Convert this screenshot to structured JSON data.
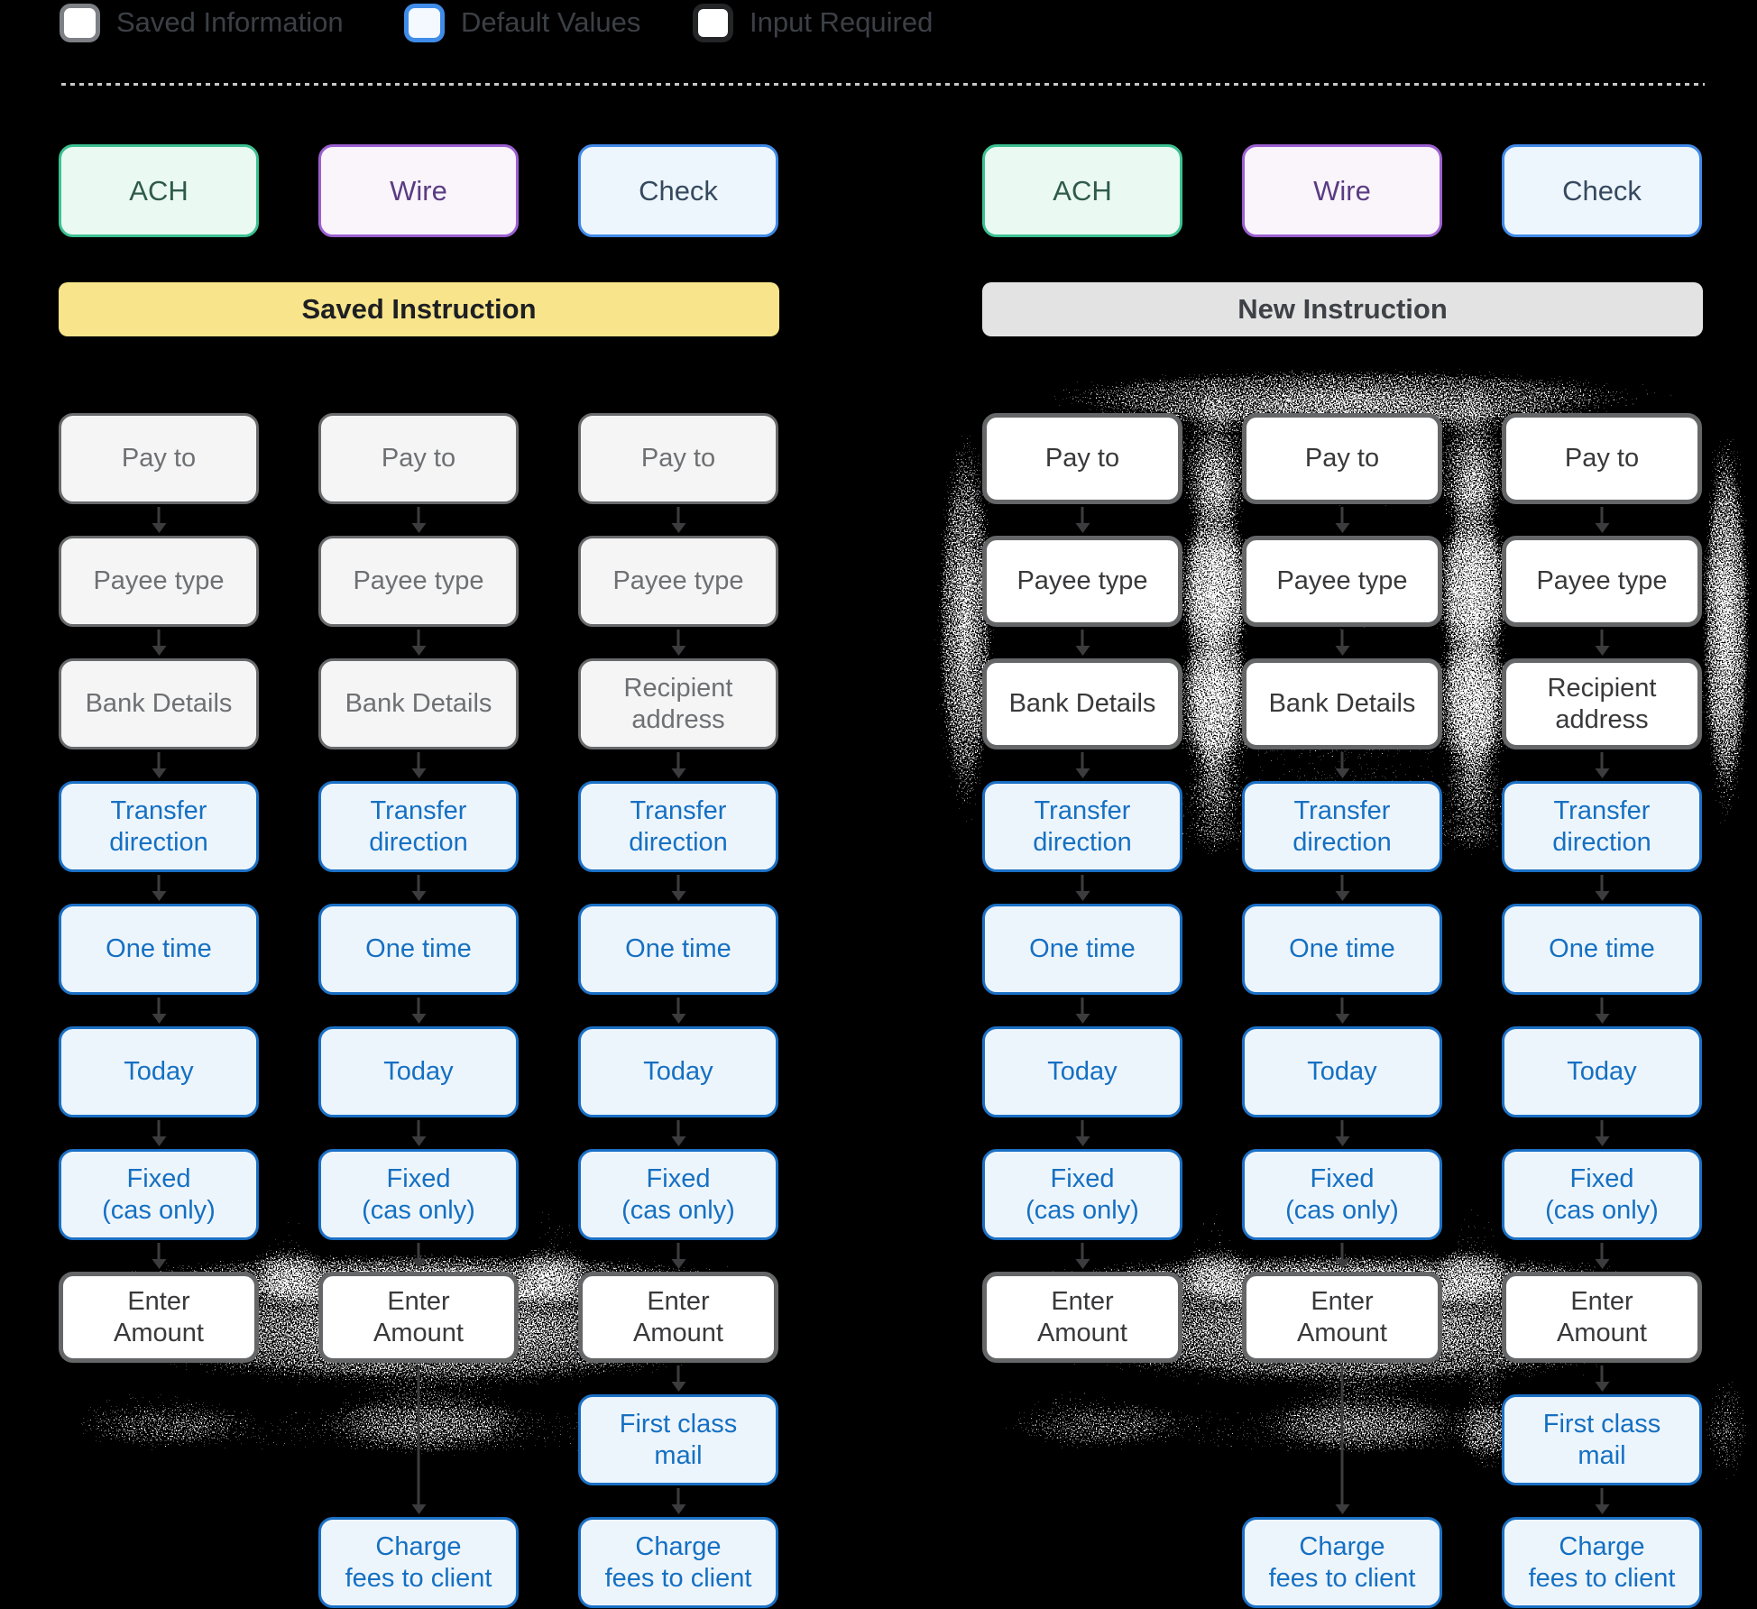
{
  "legend": {
    "items": [
      {
        "label": "Saved Information",
        "type": "saved"
      },
      {
        "label": "Default Values",
        "type": "default"
      },
      {
        "label": "Input Required",
        "type": "input"
      }
    ]
  },
  "colors": {
    "saved_fill": "#f5f5f5",
    "saved_border": "#696a6c",
    "default_fill": "#edf5fc",
    "default_accent": "#1570c2",
    "input_fill": "#ffffff",
    "input_border": "#656667",
    "ach_accent": "#3cc191",
    "wire_accent": "#9c60d0",
    "check_accent": "#4189e8",
    "saved_banner": "#f8e48a",
    "new_banner": "#e3e3e4",
    "background": "#000000"
  },
  "groups": [
    {
      "id": "saved",
      "banner": "Saved Instruction",
      "banner_style": "yellow",
      "methods": [
        {
          "label": "ACH",
          "style": "ach"
        },
        {
          "label": "Wire",
          "style": "wire"
        },
        {
          "label": "Check",
          "style": "check"
        }
      ],
      "columns": [
        {
          "method": "ACH",
          "cells": [
            {
              "label": "Pay to",
              "type": "saved"
            },
            {
              "label": "Payee type",
              "type": "saved"
            },
            {
              "label": "Bank Details",
              "type": "saved"
            },
            {
              "label": "Transfer\ndirection",
              "type": "default"
            },
            {
              "label": "One time",
              "type": "default"
            },
            {
              "label": "Today",
              "type": "default"
            },
            {
              "label": "Fixed\n(cas only)",
              "type": "default"
            },
            {
              "label": "Enter\nAmount",
              "type": "input"
            },
            null,
            null
          ]
        },
        {
          "method": "Wire",
          "cells": [
            {
              "label": "Pay to",
              "type": "saved"
            },
            {
              "label": "Payee type",
              "type": "saved"
            },
            {
              "label": "Bank Details",
              "type": "saved"
            },
            {
              "label": "Transfer\ndirection",
              "type": "default"
            },
            {
              "label": "One time",
              "type": "default"
            },
            {
              "label": "Today",
              "type": "default"
            },
            {
              "label": "Fixed\n(cas only)",
              "type": "default"
            },
            {
              "label": "Enter\nAmount",
              "type": "input"
            },
            null,
            {
              "label": "Charge\nfees to client",
              "type": "default"
            }
          ]
        },
        {
          "method": "Check",
          "cells": [
            {
              "label": "Pay to",
              "type": "saved"
            },
            {
              "label": "Payee type",
              "type": "saved"
            },
            {
              "label": "Recipient\naddress",
              "type": "saved"
            },
            {
              "label": "Transfer\ndirection",
              "type": "default"
            },
            {
              "label": "One time",
              "type": "default"
            },
            {
              "label": "Today",
              "type": "default"
            },
            {
              "label": "Fixed\n(cas only)",
              "type": "default"
            },
            {
              "label": "Enter\nAmount",
              "type": "input"
            },
            {
              "label": "First class\nmail",
              "type": "default"
            },
            {
              "label": "Charge\nfees to client",
              "type": "default"
            }
          ]
        }
      ]
    },
    {
      "id": "new",
      "banner": "New Instruction",
      "banner_style": "gray",
      "methods": [
        {
          "label": "ACH",
          "style": "ach"
        },
        {
          "label": "Wire",
          "style": "wire"
        },
        {
          "label": "Check",
          "style": "check"
        }
      ],
      "columns": [
        {
          "method": "ACH",
          "cells": [
            {
              "label": "Pay to",
              "type": "input"
            },
            {
              "label": "Payee type",
              "type": "input"
            },
            {
              "label": "Bank Details",
              "type": "input"
            },
            {
              "label": "Transfer\ndirection",
              "type": "default"
            },
            {
              "label": "One time",
              "type": "default"
            },
            {
              "label": "Today",
              "type": "default"
            },
            {
              "label": "Fixed\n(cas only)",
              "type": "default"
            },
            {
              "label": "Enter\nAmount",
              "type": "input"
            },
            null,
            null
          ]
        },
        {
          "method": "Wire",
          "cells": [
            {
              "label": "Pay to",
              "type": "input"
            },
            {
              "label": "Payee type",
              "type": "input"
            },
            {
              "label": "Bank Details",
              "type": "input"
            },
            {
              "label": "Transfer\ndirection",
              "type": "default"
            },
            {
              "label": "One time",
              "type": "default"
            },
            {
              "label": "Today",
              "type": "default"
            },
            {
              "label": "Fixed\n(cas only)",
              "type": "default"
            },
            {
              "label": "Enter\nAmount",
              "type": "input"
            },
            null,
            {
              "label": "Charge\nfees to client",
              "type": "default"
            }
          ]
        },
        {
          "method": "Check",
          "cells": [
            {
              "label": "Pay to",
              "type": "input"
            },
            {
              "label": "Payee type",
              "type": "input"
            },
            {
              "label": "Recipient\naddress",
              "type": "input"
            },
            {
              "label": "Transfer\ndirection",
              "type": "default"
            },
            {
              "label": "One time",
              "type": "default"
            },
            {
              "label": "Today",
              "type": "default"
            },
            {
              "label": "Fixed\n(cas only)",
              "type": "default"
            },
            {
              "label": "Enter\nAmount",
              "type": "input"
            },
            {
              "label": "First class\nmail",
              "type": "default"
            },
            {
              "label": "Charge\nfees to client",
              "type": "default"
            }
          ]
        }
      ]
    }
  ]
}
